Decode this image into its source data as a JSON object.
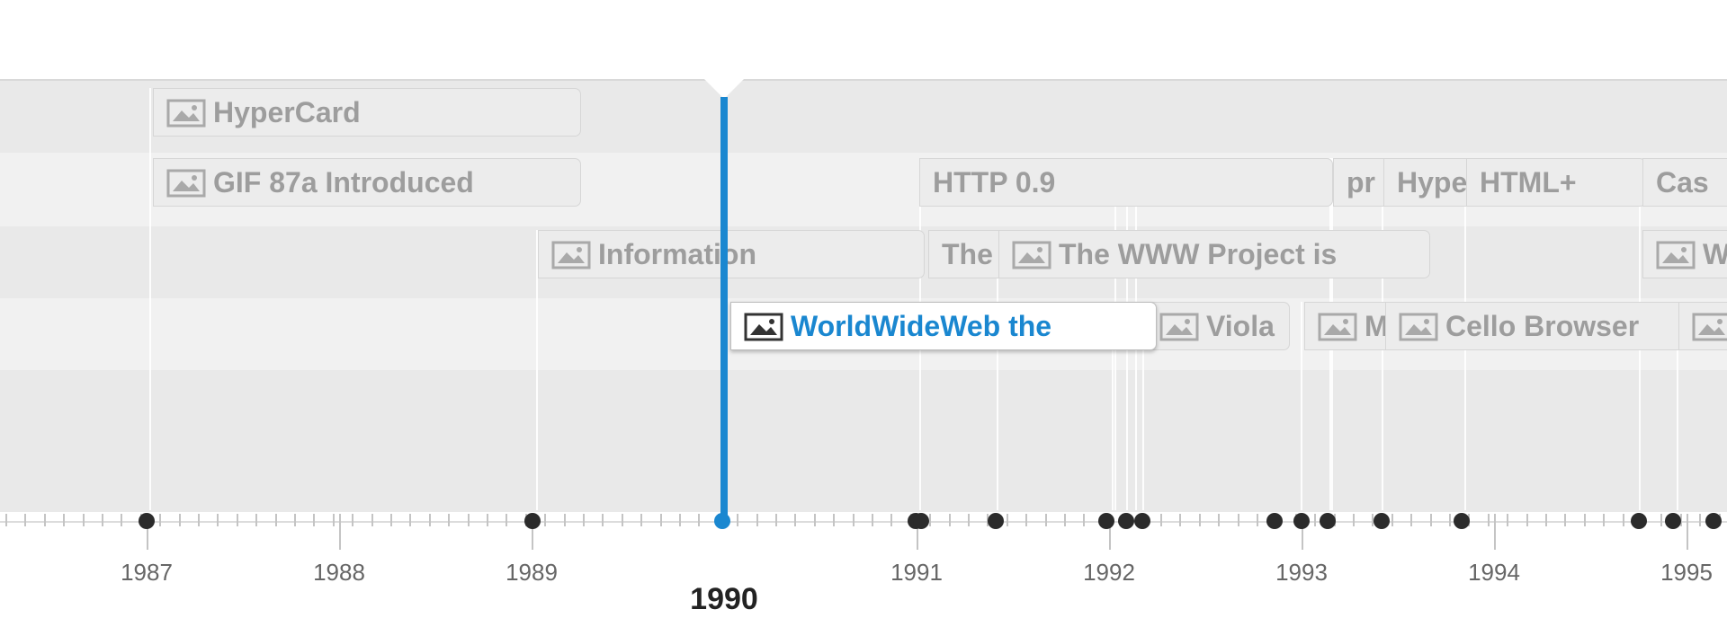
{
  "timeline": {
    "current_year": "1990",
    "colors": {
      "accent": "#1a87d0",
      "flag_text": "#9d9d9d",
      "band_dark": "#e9e9e9",
      "band_light": "#f0f0f0"
    },
    "events": [
      {
        "label": "HyperCard",
        "icon": "image-icon"
      },
      {
        "label": "GIF 87a Introduced",
        "icon": "image-icon"
      },
      {
        "label": "Information",
        "icon": "image-icon"
      },
      {
        "label": "WorldWideWeb the",
        "icon": "image-icon",
        "active": true
      },
      {
        "label": "HTTP 0.9",
        "icon": ""
      },
      {
        "label": "The",
        "icon": ""
      },
      {
        "label": "The WWW Project is",
        "icon": "image-icon"
      },
      {
        "label": "Viola",
        "icon": "image-icon"
      },
      {
        "label": "M",
        "icon": "image-icon"
      },
      {
        "label": "pr",
        "icon": ""
      },
      {
        "label": "Hype",
        "icon": ""
      },
      {
        "label": "HTML+",
        "icon": ""
      },
      {
        "label": "Cello Browser",
        "icon": "image-icon"
      },
      {
        "label": "Cas",
        "icon": ""
      },
      {
        "label": "W",
        "icon": "image-icon"
      },
      {
        "label": "",
        "icon": "image-icon"
      }
    ],
    "axis": {
      "years": [
        "1987",
        "1988",
        "1989",
        "1990",
        "1991",
        "1992",
        "1993",
        "1994",
        "1995"
      ]
    }
  }
}
